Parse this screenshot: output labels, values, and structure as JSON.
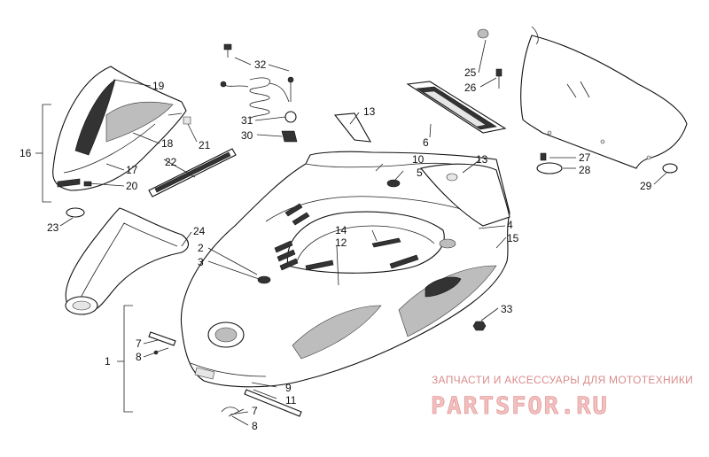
{
  "labels": {
    "l1": "1",
    "l2": "2",
    "l3": "3",
    "l4": "4",
    "l5": "5",
    "l6": "6",
    "l7a": "7",
    "l7b": "7",
    "l8a": "8",
    "l8b": "8",
    "l9": "9",
    "l10": "10",
    "l11": "11",
    "l12": "12",
    "l13a": "13",
    "l13b": "13",
    "l14": "14",
    "l15": "15",
    "l16": "16",
    "l17": "17",
    "l18": "18",
    "l19": "19",
    "l20": "20",
    "l21": "21",
    "l22": "22",
    "l23": "23",
    "l24": "24",
    "l25": "25",
    "l26": "26",
    "l27": "27",
    "l28": "28",
    "l29": "29",
    "l30": "30",
    "l31": "31",
    "l32": "32",
    "l33": "33"
  },
  "watermark": {
    "text": "ЗАПЧАСТИ И АКСЕССУАРЫ ДЛЯ МОТОТЕХНИКИ",
    "logo": "PARTSFOR.RU"
  }
}
